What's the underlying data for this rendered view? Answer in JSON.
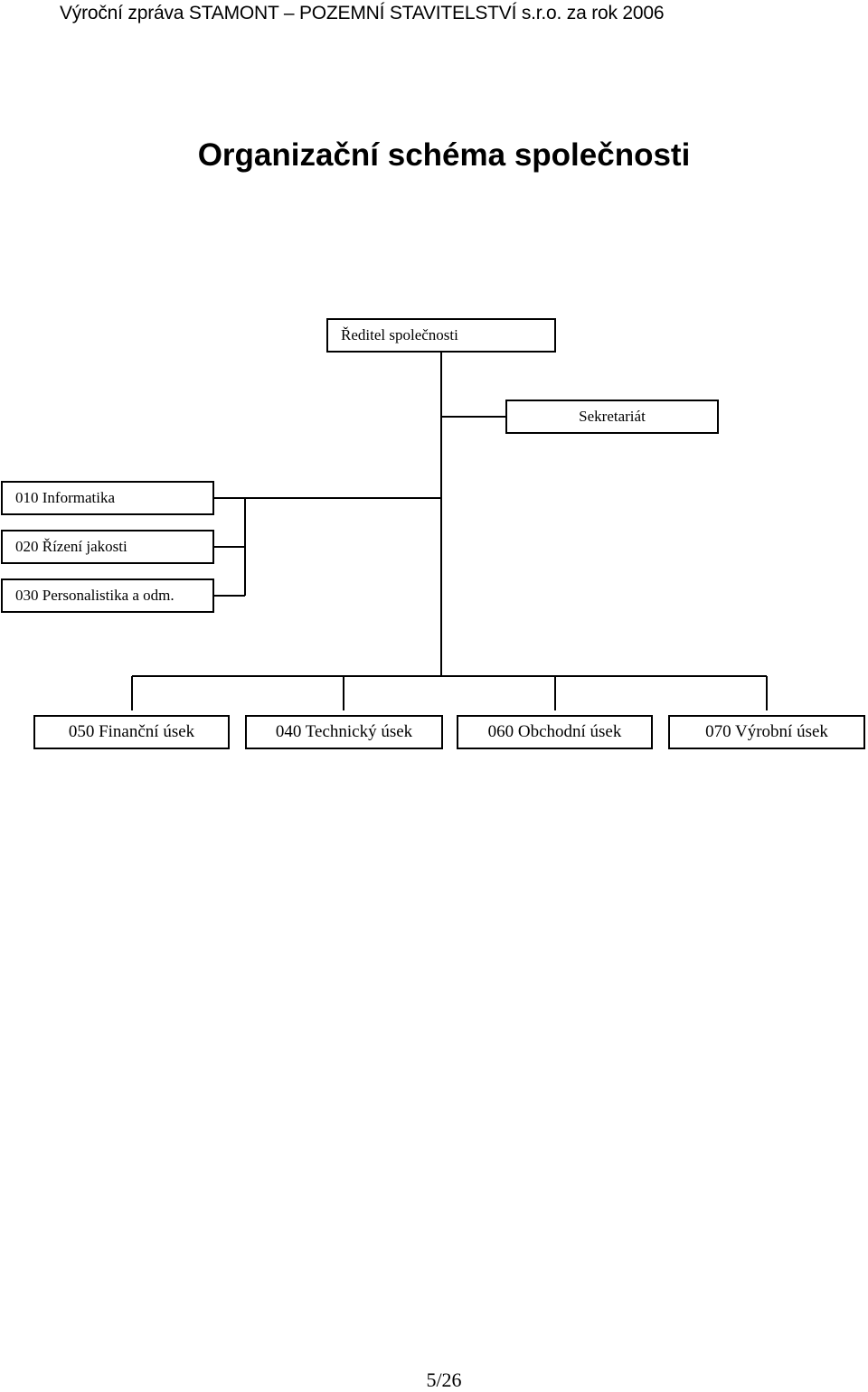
{
  "header": {
    "text": "Výroční zpráva STAMONT – POZEMNÍ STAVITELSTVÍ s.r.o. za rok 2006"
  },
  "title": "Organizační schéma společnosti",
  "org": {
    "director": "Ředitel společnosti",
    "secretariat": "Sekretariát",
    "staff_units": [
      "010 Informatika",
      "020 Řízení jakosti",
      "030 Personalistika a odm."
    ],
    "divisions": [
      "050 Finanční úsek",
      "040 Technický úsek",
      "060 Obchodní úsek",
      "070 Výrobní úsek"
    ]
  },
  "footer": {
    "page": "5/26"
  }
}
